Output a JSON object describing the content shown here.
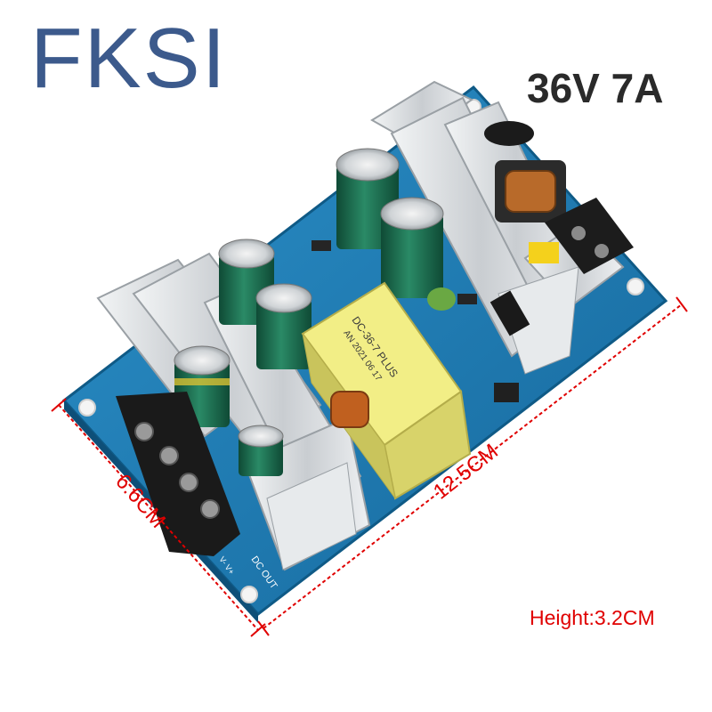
{
  "brand": "FKSI",
  "spec": "36V 7A",
  "dimensions": {
    "width_label": "6.6CM",
    "length_label": "12.5CM",
    "height_label": "Height:3.2CM"
  },
  "board": {
    "transformer_model": "DC-36-7 PLUS",
    "transformer_code": "AN 2021 06 17",
    "output_marking": "DC OUT",
    "terminal_marks": "V- V+"
  },
  "colors": {
    "brand": "#3c5a8c",
    "spec": "#2a2a2a",
    "dimension": "#e00000",
    "pcb": "#1f7fb8",
    "heatsink": "#d9dde0",
    "capacitor": "#1d6b4f",
    "transformer": "#f2ee86"
  }
}
